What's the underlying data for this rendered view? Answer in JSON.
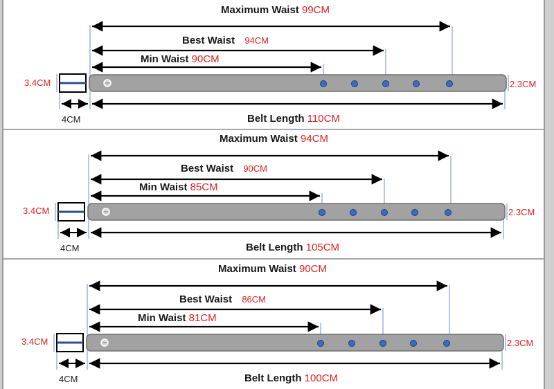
{
  "panels": [
    {
      "max_label": "Maximum Waist",
      "max_value": "99CM",
      "best_label": "Best Waist",
      "best_value": "94CM",
      "min_label": "Min Waist",
      "min_value": "90CM",
      "length_label": "Belt Length",
      "length_value": "110CM",
      "buckle_height": "3.4CM",
      "strap_width": "2.3CM",
      "buckle_length": "4CM"
    },
    {
      "max_label": "Maximum Waist",
      "max_value": "94CM",
      "best_label": "Best Waist",
      "best_value": "90CM",
      "min_label": "Min Waist",
      "min_value": "85CM",
      "length_label": "Belt Length",
      "length_value": "105CM",
      "buckle_height": "3.4CM",
      "strap_width": "2.3CM",
      "buckle_length": "4CM"
    },
    {
      "max_label": "Maximum Waist",
      "max_value": "90CM",
      "best_label": "Best Waist",
      "best_value": "86CM",
      "min_label": "Min Waist",
      "min_value": "81CM",
      "length_label": "Belt Length",
      "length_value": "100CM",
      "buckle_height": "3.4CM",
      "strap_width": "2.3CM",
      "buckle_length": "4CM"
    }
  ],
  "colors": {
    "strap": "#a2a2a2",
    "hole": "#3a6cc0",
    "value": "#e02020",
    "dimension_line": "#6a8fd0"
  }
}
